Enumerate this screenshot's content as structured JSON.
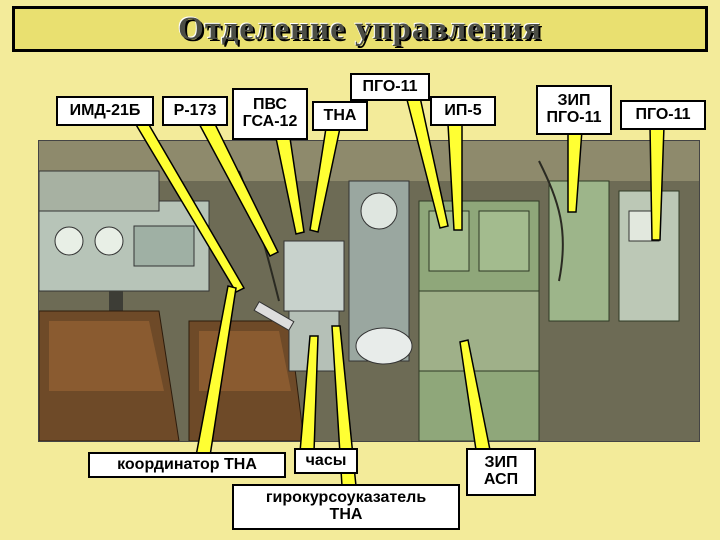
{
  "title": "Отделение управления",
  "labels": {
    "imd": "ИМД-21Б",
    "r173": "Р-173",
    "pvs": "ПВС\nГСА-12",
    "tna": "ТНА",
    "pgo_top": "ПГО-11",
    "ip5": "ИП-5",
    "zip_pgo": "ЗИП\nПГО-11",
    "pgo_right": "ПГО-11",
    "coord": "координатор ТНА",
    "clock": "часы",
    "gyro": "гирокурсоуказатель\nТНА",
    "zip_asp": "ЗИП\nАСП"
  },
  "colors": {
    "background": "#f3eb9a",
    "title_bar": "#e9e070",
    "pointer_fill": "#ffff33",
    "label_fill": "#ffffff"
  }
}
